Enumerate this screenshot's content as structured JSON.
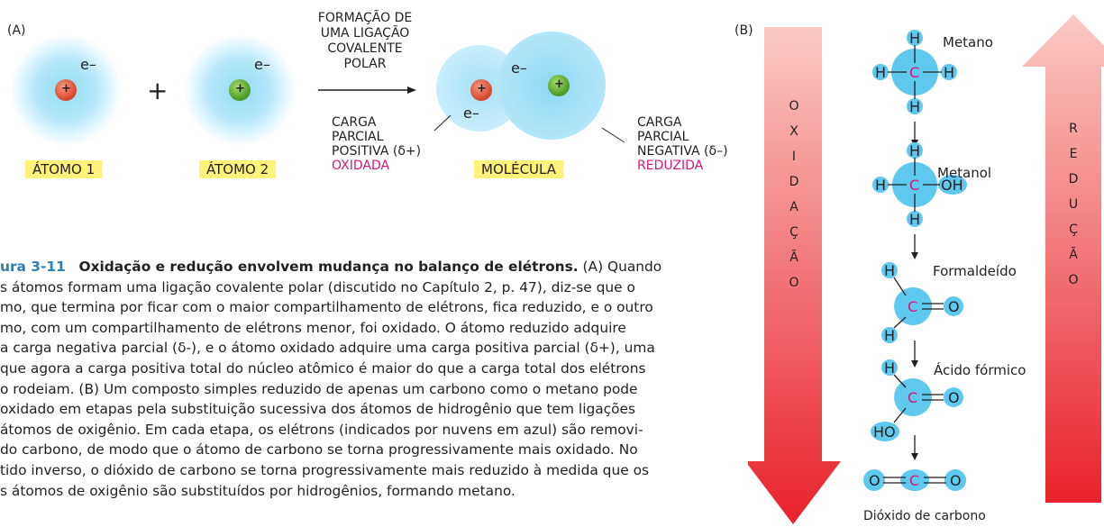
{
  "panelA": {
    "label": "(A)",
    "atom1_label": "ÁTOMO 1",
    "atom2_label": "ÁTOMO 2",
    "molecule_label": "MOLÉCULA",
    "electron": "e–",
    "plus_sign": "+",
    "nucleus_sign": "+",
    "formation_lines": [
      "FORMAÇÃO DE",
      "UMA LIGAÇÃO",
      "COVALENTE",
      "POLAR"
    ],
    "partial_positive_lines": [
      "CARGA",
      "PARCIAL",
      "POSITIVA (δ+)"
    ],
    "oxidized": "OXIDADA",
    "partial_negative_lines": [
      "CARGA",
      "PARCIAL",
      "NEGATIVA (δ–)"
    ],
    "reduced": "REDUZIDA"
  },
  "panelB": {
    "label": "(B)",
    "oxidation_letters": [
      "O",
      "X",
      "I",
      "D",
      "A",
      "Ç",
      "Ã",
      "O"
    ],
    "reduction_letters": [
      "R",
      "E",
      "D",
      "U",
      "Ç",
      "Ã",
      "O"
    ],
    "compounds": [
      "Metano",
      "Metanol",
      "Formaldeído",
      "Ácido fórmico",
      "Dióxido de carbono"
    ],
    "atoms": {
      "H": "H",
      "C": "C",
      "O": "O",
      "OH": "OH",
      "HO": "HO"
    }
  },
  "caption": {
    "figure_number": "ura 3-11",
    "title": "Oxidação e redução envolvem mudança no balanço de elétrons.",
    "lines": [
      " (A) Quando",
      "s átomos formam uma ligação covalente polar (discutido no Capítulo 2, p. 47), diz-se que o",
      "mo, que termina por ficar com o maior compartilhamento de elétrons, fica reduzido, e o outro",
      "mo, com um compartilhamento de elétrons menor, foi oxidado. O átomo reduzido adquire",
      "a carga negativa parcial (δ-), e o átomo oxidado adquire uma carga positiva parcial (δ+), uma",
      "que agora a carga positiva total do núcleo atômico é maior do que a carga total dos elétrons",
      "o rodeiam. (B) Um composto simples reduzido de apenas um carbono como o metano pode",
      "oxidado em etapas pela substituição sucessiva dos átomos de hidrogênio que tem ligações",
      "átomos de oxigênio. Em cada etapa, os elétrons (indicados por nuvens em azul) são removi-",
      "do carbono, de modo que o átomo de carbono se torna progressivamente mais oxidado. No",
      "tido inverso, o dióxido de carbono se torna progressivamente mais reduzido à medida que os",
      "s átomos de oxigênio são substituídos por hidrogênios, formando metano."
    ]
  },
  "colors": {
    "cloud": "#5ec8ef",
    "nucleus_red": "#e05a3f",
    "nucleus_green": "#6cb63f",
    "magenta": "#d9177b",
    "highlight": "#fff27a",
    "figure_blue": "#2e7eb8"
  }
}
